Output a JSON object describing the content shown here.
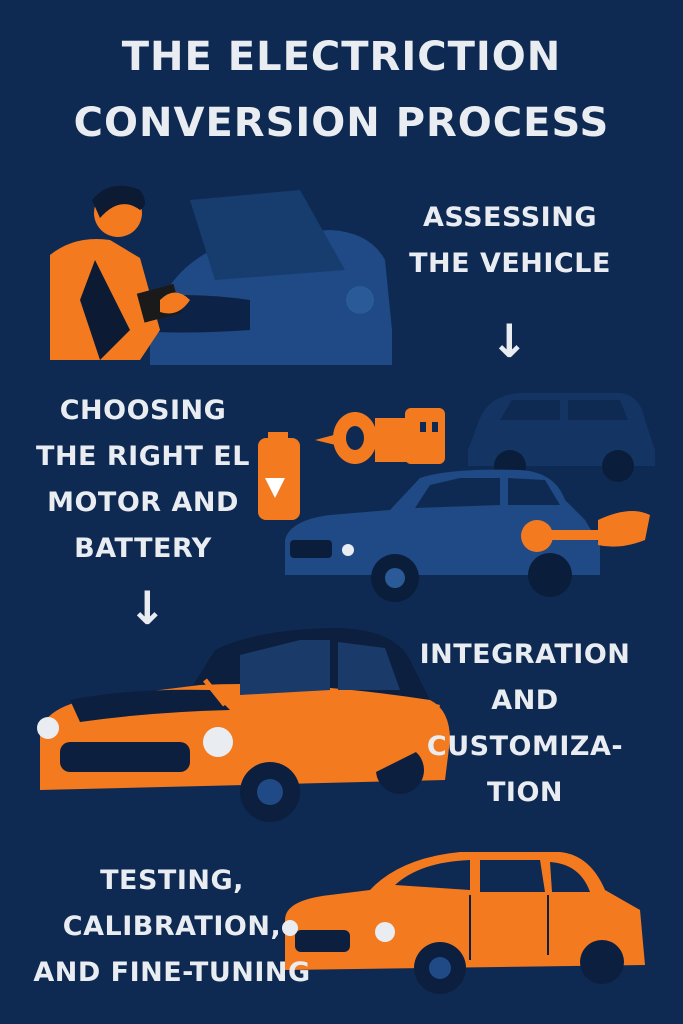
{
  "title": {
    "line1": "THE ELECTRICTION",
    "line2": "CONVERSION PROCESS"
  },
  "steps": {
    "assess": {
      "line1": "ASSESSING",
      "line2": "THE VEHICLE"
    },
    "choose": {
      "line1": "CHOOSING",
      "line2": "THE RIGHT EL",
      "line3": "MOTOR AND",
      "line4": "BATTERY"
    },
    "integrate": {
      "line1": "INTEGRATION",
      "line2": "AND",
      "line3": "CUSTOMIZA-",
      "line4": "TION"
    },
    "test": {
      "line1": "TESTING,",
      "line2": "CALIBRATION,",
      "line3": "AND FINE-TUNING"
    }
  },
  "arrows": {
    "down": "↓"
  },
  "colors": {
    "background": "#0f2a52",
    "accent": "#f47a20",
    "text": "#e9edf2",
    "car_blue": "#1f4a85"
  }
}
